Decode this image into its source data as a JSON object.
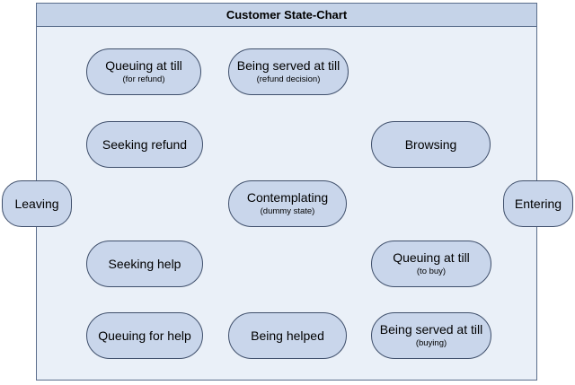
{
  "diagram": {
    "title": "Customer State-Chart",
    "states": {
      "queuing_refund": {
        "label": "Queuing at till",
        "sub": "(for refund)"
      },
      "served_refund": {
        "label": "Being served at till",
        "sub": "(refund decision)"
      },
      "seeking_refund": {
        "label": "Seeking refund",
        "sub": ""
      },
      "browsing": {
        "label": "Browsing",
        "sub": ""
      },
      "contemplating": {
        "label": "Contemplating",
        "sub": "(dummy state)"
      },
      "leaving": {
        "label": "Leaving",
        "sub": ""
      },
      "entering": {
        "label": "Entering",
        "sub": ""
      },
      "seeking_help": {
        "label": "Seeking help",
        "sub": ""
      },
      "queuing_buy": {
        "label": "Queuing at till",
        "sub": "(to buy)"
      },
      "queuing_help": {
        "label": "Queuing for help",
        "sub": ""
      },
      "being_helped": {
        "label": "Being helped",
        "sub": ""
      },
      "served_buying": {
        "label": "Being served at till",
        "sub": "(buying)"
      }
    },
    "line_color": "#4a7ebb",
    "node_fill": "#c9d6eb",
    "frame_fill": "#eaf0f8"
  }
}
